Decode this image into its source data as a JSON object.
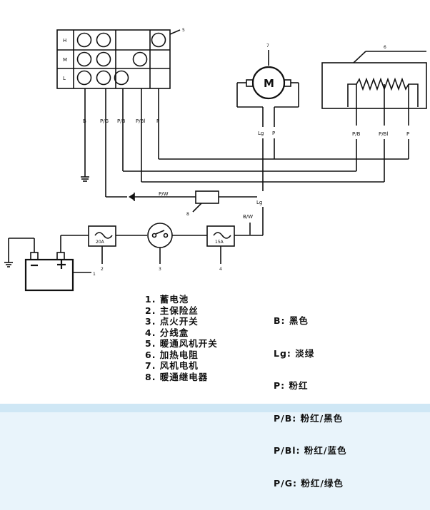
{
  "switch_rows": [
    "H",
    "M",
    "L"
  ],
  "wire_labels": {
    "b": "B",
    "pg": "P/G",
    "pb": "P/B",
    "pbl": "P/Bl",
    "p": "P",
    "lg": "Lg",
    "pw": "P/W",
    "bw": "B/W"
  },
  "fuse_ratings": [
    "20A",
    "15A"
  ],
  "motor_symbol": "M",
  "callouts": [
    "1",
    "2",
    "3",
    "4",
    "5",
    "6",
    "7",
    "8"
  ],
  "components": [
    "1. 蓄电池",
    "2. 主保险丝",
    "3. 点火开关",
    "4. 分线盒",
    "5. 暖通风机开关",
    "6. 加热电阻",
    "7. 风机电机",
    "8. 暖通继电器"
  ],
  "color_codes": [
    "B:   黑色",
    "Lg:  淡绿",
    "P:    粉红",
    "P/B: 粉红/黑色",
    "P/Bl: 粉红/蓝色",
    "P/G:  粉红/绿色"
  ]
}
